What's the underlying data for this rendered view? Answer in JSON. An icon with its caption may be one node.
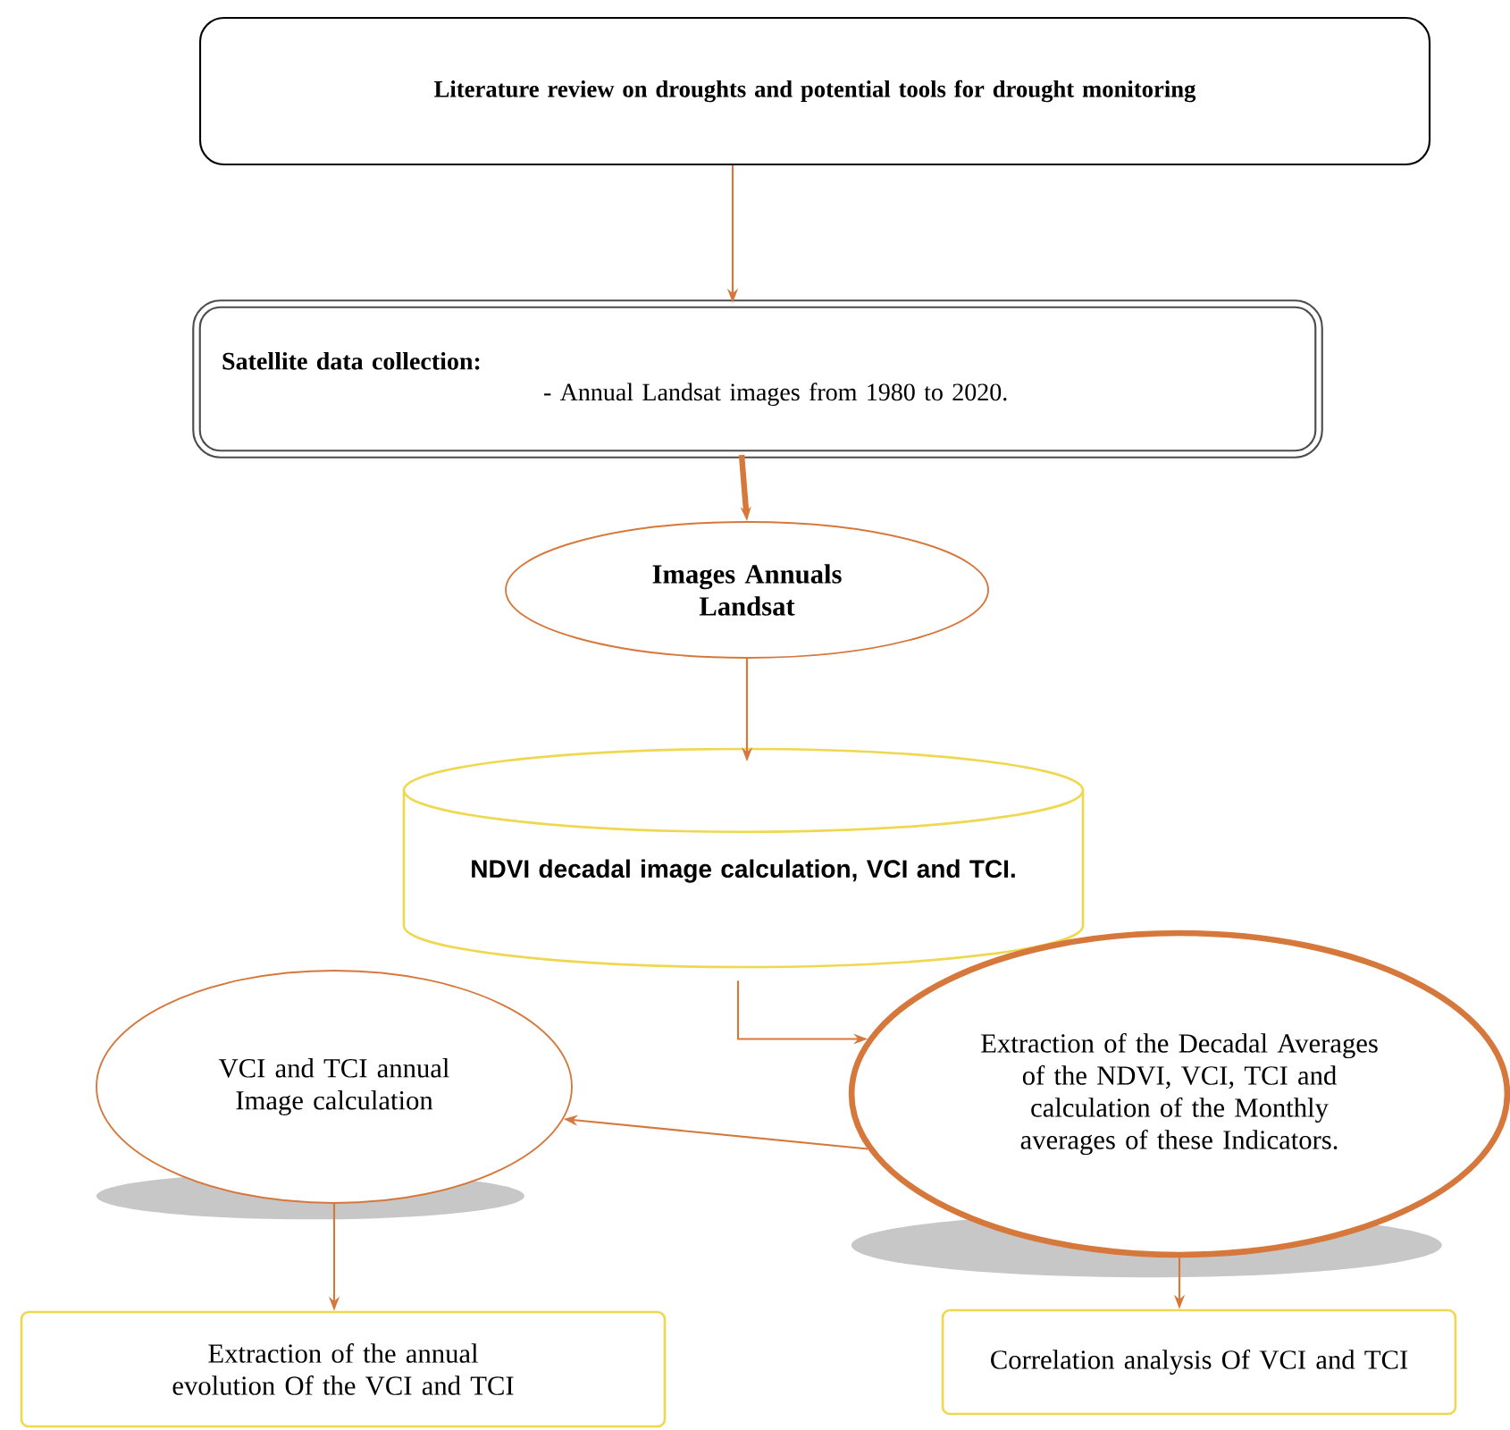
{
  "diagram": {
    "nodes": [
      {
        "text": [
          "Literature review on droughts and potential tools for drought monitoring"
        ]
      },
      {
        "text": [
          "Satellite data collection:",
          "- Annual Landsat images from 1980 to 2020."
        ]
      },
      {
        "text": [
          "Images Annuals Landsat"
        ]
      },
      {
        "text": [
          "NDVI decadal image calculation, VCI and TCI."
        ]
      },
      {
        "text": [
          "VCI and TCI annual Image calculation"
        ]
      },
      {
        "text": [
          "Extraction of the Decadal Averages of the NDVI, VCI, TCI and calculation of the Monthly averages of these Indicators."
        ]
      },
      {
        "text": [
          "Extraction of the annual evolution Of the VCI and TCI"
        ]
      },
      {
        "text": [
          "Correlation analysis Of VCI and TCI"
        ]
      }
    ],
    "edges": [
      {
        "from": 0,
        "to": 1,
        "arrow": "to"
      },
      {
        "from": 1,
        "to": 2,
        "arrow": "to",
        "style": "thick"
      },
      {
        "from": 2,
        "to": 3,
        "arrow": "to"
      },
      {
        "from": 3,
        "to": 5,
        "arrow": "to"
      },
      {
        "from": 5,
        "to": 4,
        "arrow": "to"
      },
      {
        "from": 4,
        "to": 6,
        "arrow": "to"
      },
      {
        "from": 5,
        "to": 7,
        "arrow": "to"
      }
    ]
  }
}
